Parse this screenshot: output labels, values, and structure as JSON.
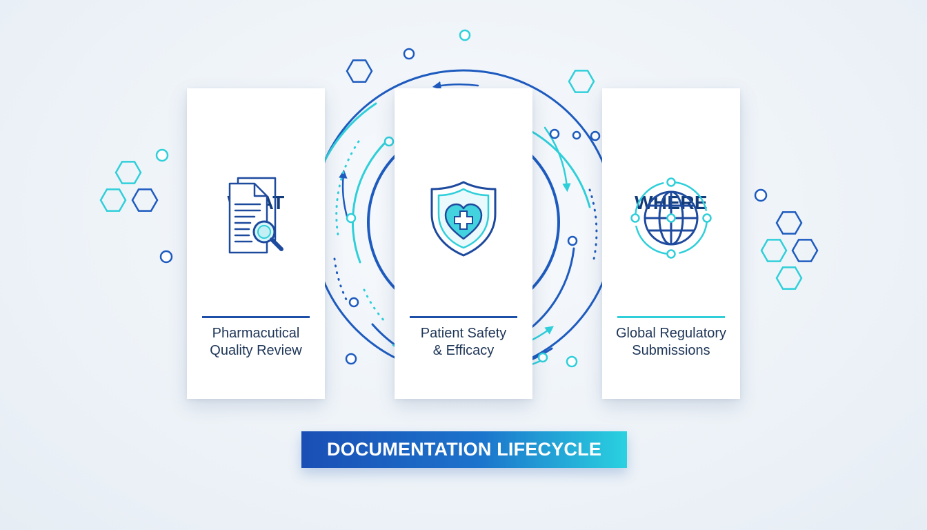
{
  "cards": [
    {
      "title": "WHAT",
      "line1": "Pharmacutical",
      "line2": "Quality Review",
      "icon": "document-magnifier-icon",
      "rule_color": "#1d4fa8"
    },
    {
      "title": "WHY",
      "line1": "Patient Safety",
      "line2": "& Efficacy",
      "icon": "shield-heart-icon",
      "rule_color": "#1d4fa8"
    },
    {
      "title": "WHERE",
      "line1": "Global Regulatory",
      "line2": "Submissions",
      "icon": "globe-network-icon",
      "rule_color": "#2fcfda"
    }
  ],
  "banner": {
    "label": "DOCUMENTATION LIFECYCLE"
  },
  "colors": {
    "navy": "#123b7a",
    "blue": "#1e5bbf",
    "cyan": "#2fcfda",
    "background": "#eef3f8"
  }
}
